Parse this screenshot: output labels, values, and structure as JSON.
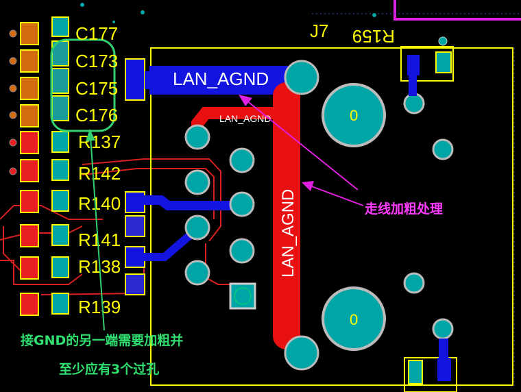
{
  "refs": {
    "c177": "C177",
    "c173": "C173",
    "c175": "C175",
    "c176": "C176",
    "r137": "R137",
    "r142": "R142",
    "r140": "R140",
    "r141": "R141",
    "r138": "R138",
    "r139": "R139",
    "j7": "J7",
    "r159": "R159"
  },
  "nets": {
    "top": "LAN_AGND",
    "small": "LAN_AGND",
    "vertical": "LAN_AGND"
  },
  "holes": {
    "top": "0",
    "bottom": "0"
  },
  "notes": {
    "widen": "走线加粗处理",
    "gnd_line1": "接GND的另一端需要加粗并",
    "gnd_line2": "至少应有3个过孔"
  },
  "colors": {
    "background": "#000000",
    "silkscreen": "#ffff00",
    "top_copper": "#e81010",
    "bottom_copper": "#1414e0",
    "pad": "#00a6a6",
    "annotation_magenta": "#ff3cff",
    "annotation_green": "#30e070"
  }
}
